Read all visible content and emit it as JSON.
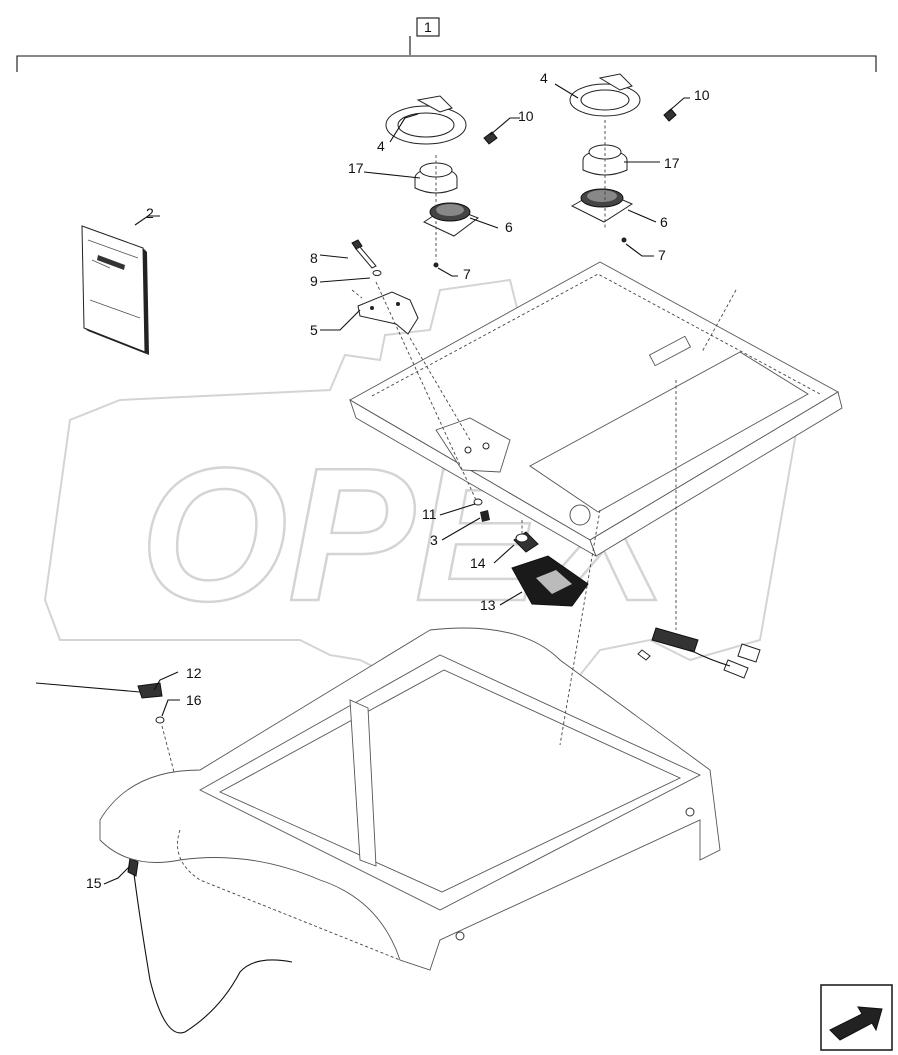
{
  "callouts": {
    "c1": "1",
    "c2": "2",
    "c3": "3",
    "c4a": "4",
    "c4b": "4",
    "c5": "5",
    "c6a": "6",
    "c6b": "6",
    "c7a": "7",
    "c7b": "7",
    "c8": "8",
    "c9": "9",
    "c10a": "10",
    "c10b": "10",
    "c11": "11",
    "c12": "12",
    "c13": "13",
    "c14": "14",
    "c15": "15",
    "c16": "16",
    "c17a": "17",
    "c17b": "17"
  },
  "watermark": {
    "text": "OPEX"
  },
  "colors": {
    "line": "#111111",
    "watermark": "#d4d4d4",
    "background": "#ffffff"
  },
  "icons": {
    "navigation": "next-arrow-icon"
  }
}
